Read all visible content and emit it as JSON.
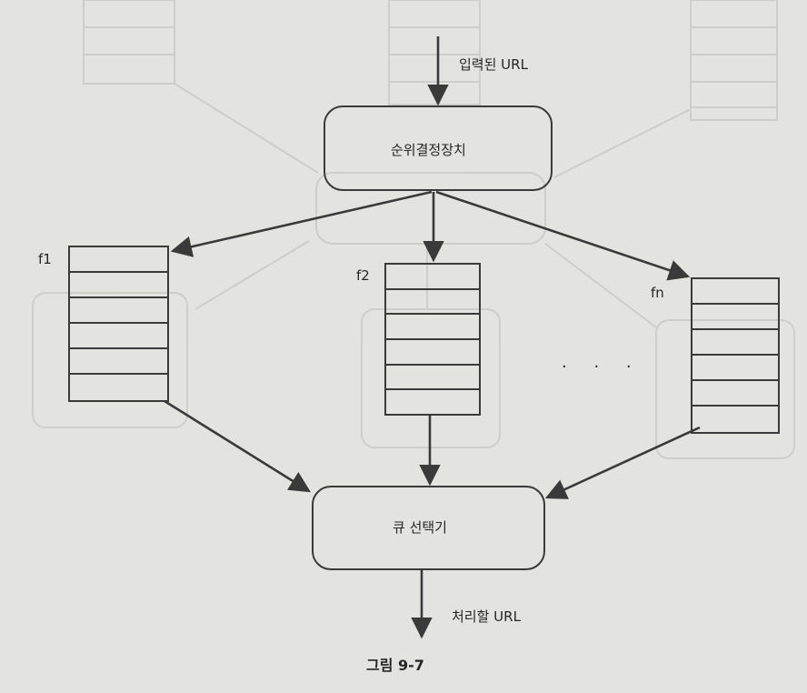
{
  "labels": {
    "input_url": "입력된 URL",
    "prioritizer": "순위결정장치",
    "queue_f1": "f1",
    "queue_f2": "f2",
    "queue_fn": "fn",
    "ellipsis": ". . .",
    "queue_selector": "큐 선택기",
    "output_url": "처리할 URL",
    "figure_caption": "그림 9-7"
  },
  "colors": {
    "background": "#e3e4e0",
    "stroke": "#3a3a3a",
    "ghost": "#c9cac6"
  }
}
